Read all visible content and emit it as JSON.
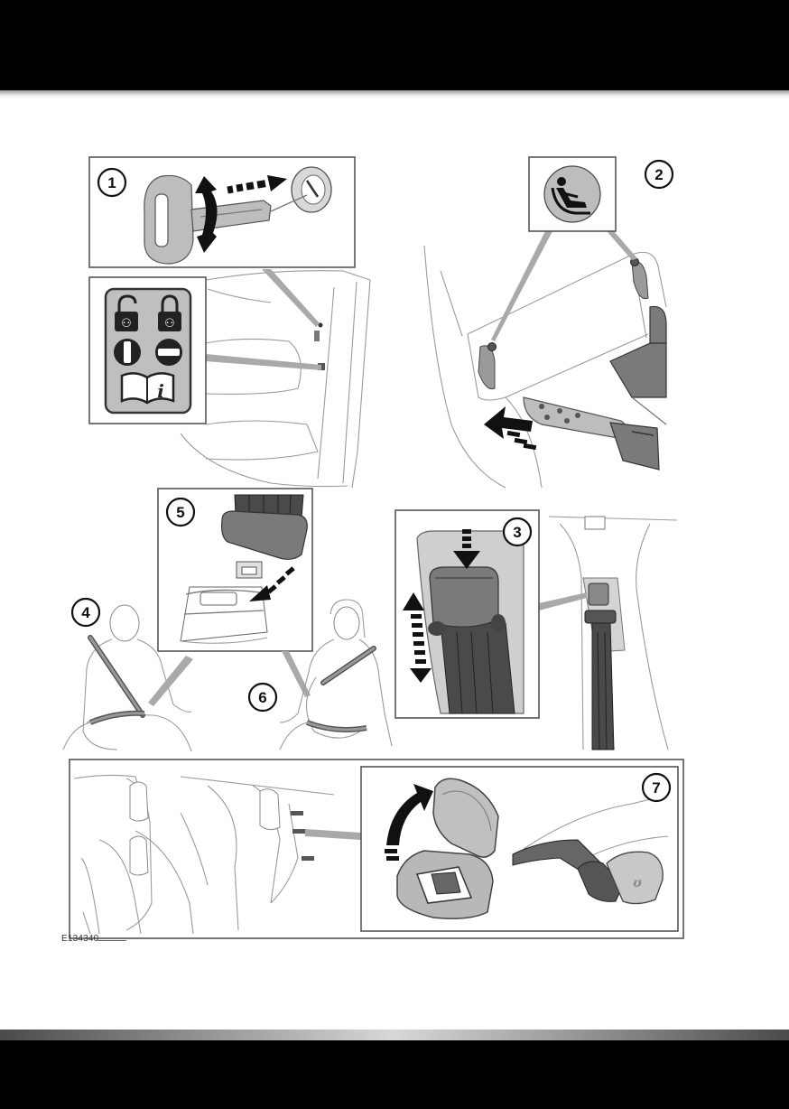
{
  "figure": {
    "callouts": [
      "1",
      "2",
      "3",
      "4",
      "5",
      "6",
      "7"
    ],
    "reference_code": "E134340"
  },
  "icons": {
    "child_lock_label": [
      "unlock-child-icon",
      "lock-child-icon",
      "unlocked-position-icon",
      "locked-position-icon",
      "handbook-info-icon"
    ],
    "isofix_symbol": "child-seat-icon"
  }
}
